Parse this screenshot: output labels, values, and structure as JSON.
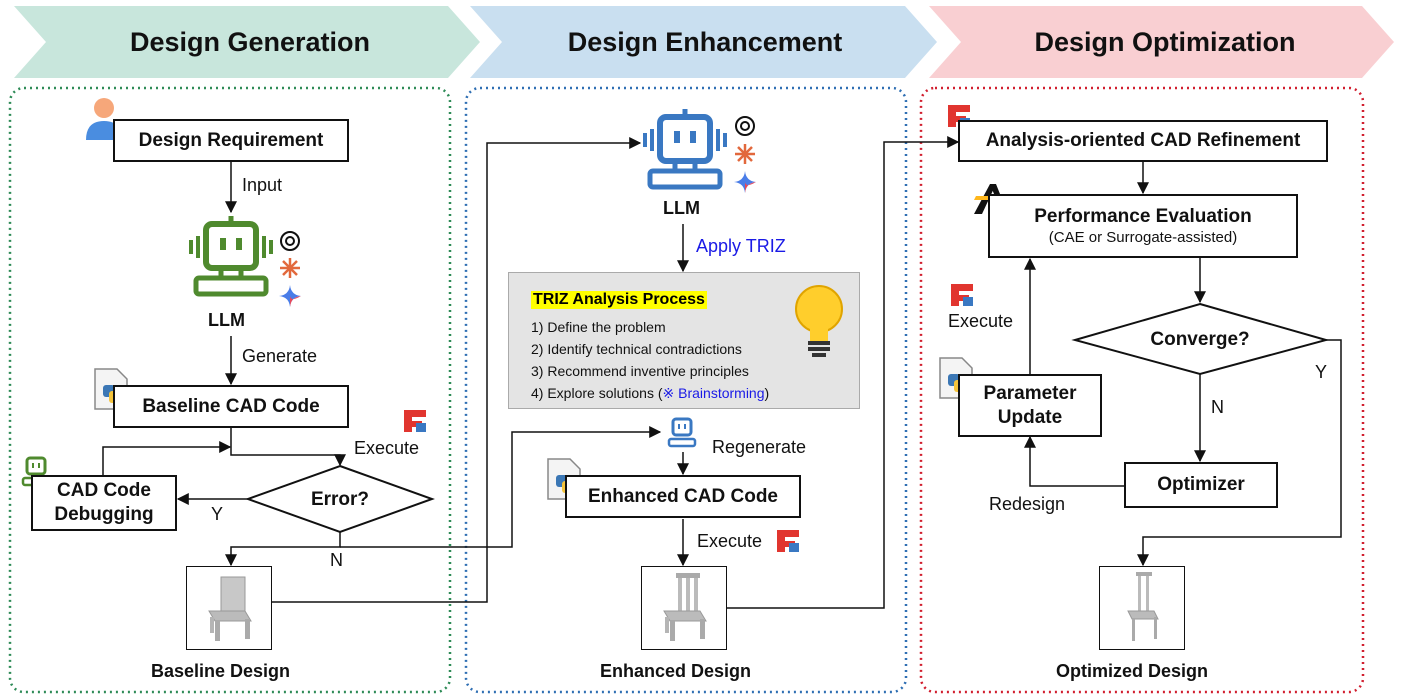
{
  "headers": {
    "generation": "Design Generation",
    "enhancement": "Design Enhancement",
    "optimization": "Design Optimization"
  },
  "colors": {
    "generation_bg": "#c8e6dc",
    "enhancement_bg": "#c9dff0",
    "optimization_bg": "#f9cfd2",
    "generation_border": "#2e8b57",
    "enhancement_border": "#2f6fb3",
    "optimization_border": "#d11f2f",
    "accent_blue": "#1a1ae6",
    "llm_green": "#4f8a2e",
    "llm_blue": "#3a78c2"
  },
  "generation": {
    "design_requirement": "Design Requirement",
    "input_label": "Input",
    "llm_label": "LLM",
    "generate_label": "Generate",
    "baseline_code": "Baseline CAD Code",
    "execute_label": "Execute",
    "error_decision": "Error?",
    "yes_label": "Y",
    "no_label": "N",
    "debug_box_line1": "CAD Code",
    "debug_box_line2": "Debugging",
    "baseline_design": "Baseline Design"
  },
  "enhancement": {
    "llm_label": "LLM",
    "apply_triz": "Apply TRIZ",
    "triz_title": "TRIZ Analysis Process",
    "triz_step1": "1) Define the problem",
    "triz_step2": "2) Identify technical contradictions",
    "triz_step3": "3) Recommend inventive principles",
    "triz_step4_prefix": "4) Explore solutions (",
    "triz_step4_highlight": "※ Brainstorming",
    "triz_step4_suffix": ")",
    "regenerate_label": "Regenerate",
    "enhanced_code": "Enhanced CAD Code",
    "execute_label": "Execute",
    "enhanced_design": "Enhanced Design"
  },
  "optimization": {
    "refinement": "Analysis-oriented CAD Refinement",
    "performance_title": "Performance Evaluation",
    "performance_sub": "(CAE or Surrogate-assisted)",
    "execute_label": "Execute",
    "converge_decision": "Converge?",
    "yes_label": "Y",
    "no_label": "N",
    "parameter_update_line1": "Parameter",
    "parameter_update_line2": "Update",
    "optimizer": "Optimizer",
    "redesign_label": "Redesign",
    "optimized_design": "Optimized Design"
  }
}
